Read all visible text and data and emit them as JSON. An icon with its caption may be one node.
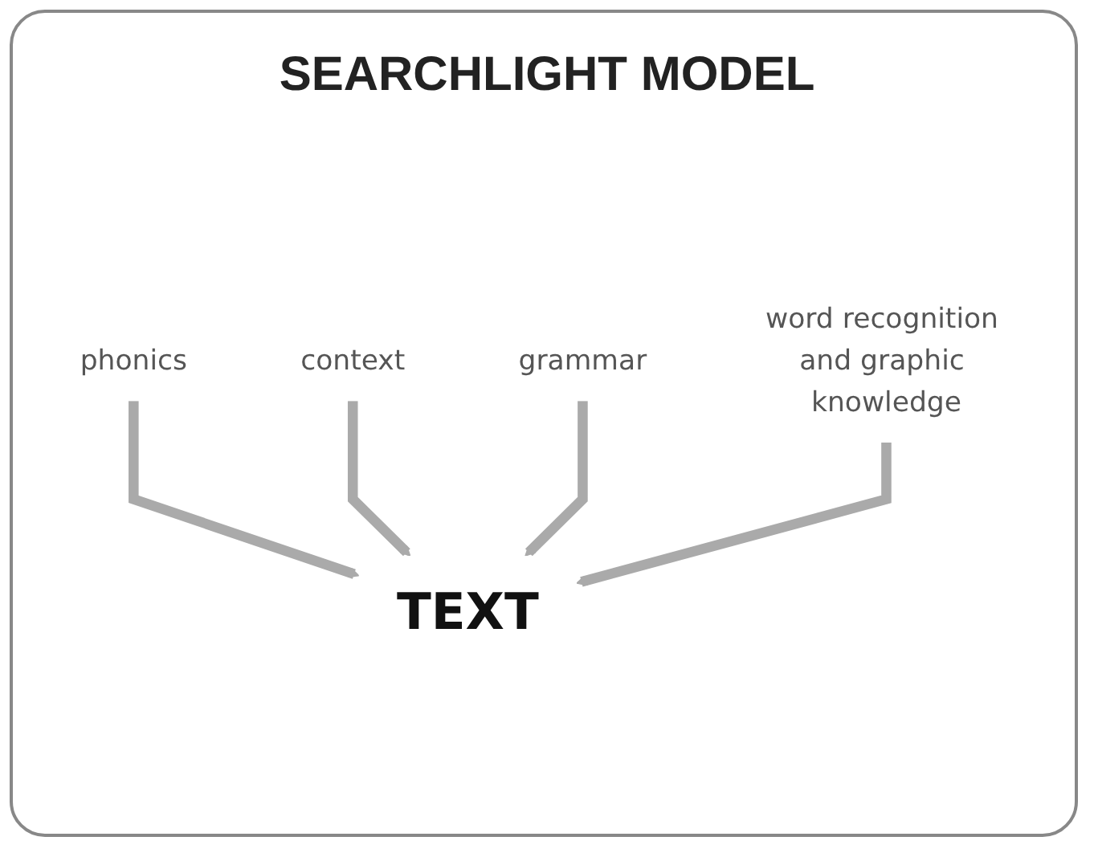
{
  "diagram": {
    "title": "SEARCHLIGHT MODEL",
    "nodes": [
      {
        "text": [
          "phonics"
        ]
      },
      {
        "text": [
          "context"
        ]
      },
      {
        "text": [
          "TEXT"
        ]
      },
      {
        "text": [
          "grammar"
        ]
      },
      {
        "text": [
          "word recognition and graphic knowledge"
        ]
      }
    ],
    "edges": [
      {
        "from": 0,
        "to": 2,
        "arrow": "to"
      },
      {
        "from": 1,
        "to": 2,
        "arrow": "to"
      },
      {
        "from": 3,
        "to": 2,
        "arrow": "to"
      },
      {
        "from": 4,
        "to": 2,
        "arrow": "to"
      }
    ]
  }
}
